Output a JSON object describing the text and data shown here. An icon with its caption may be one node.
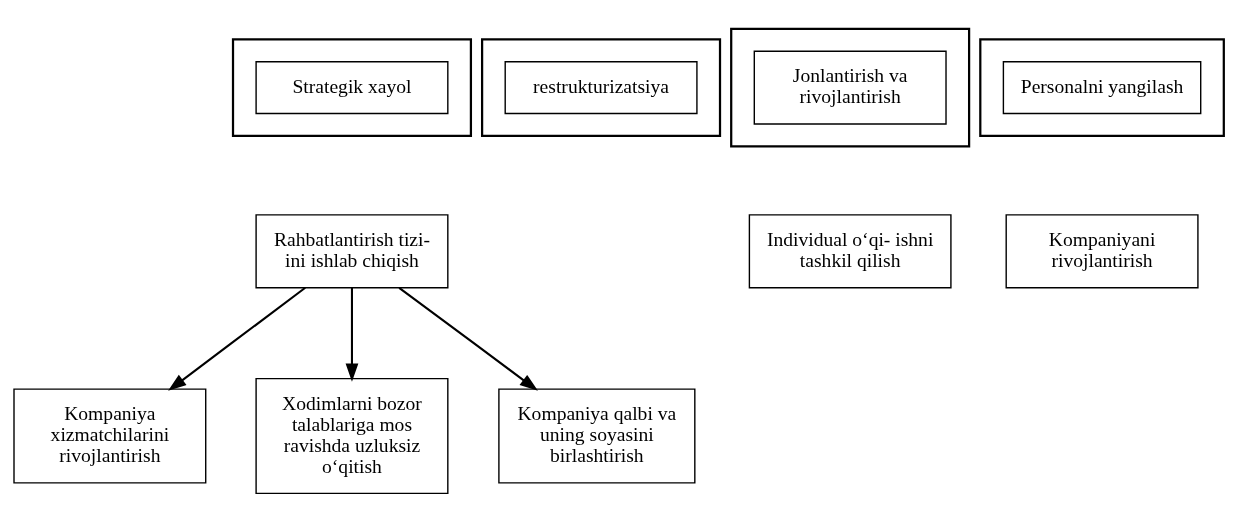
{
  "diagram": {
    "nodes": [
      {
        "text": [],
        "shape": "arrow"
      },
      {
        "text": [
          "Strategik xayol"
        ],
        "in": 0
      },
      {
        "text": [],
        "shape": "arrow"
      },
      {
        "text": [
          "restrukturizatsiya"
        ],
        "in": 2
      },
      {
        "text": [],
        "shape": "arrow"
      },
      {
        "text": [
          "Jonlantirish va rivojlantirish"
        ],
        "in": 4
      },
      {
        "text": [],
        "shape": "arrow"
      },
      {
        "text": [
          "Personalni yangilash"
        ],
        "in": 6
      },
      {
        "text": [
          "Rahbatlantirish tizi- ini ishlab chiqish"
        ]
      },
      {
        "text": [
          "Individual o‘qi- ishni tashkil qilish"
        ]
      },
      {
        "text": [
          "Kompaniyani rivojlantirish"
        ]
      },
      {
        "text": [
          "Kompaniya xizmatchilarini rivojlantirish"
        ]
      },
      {
        "text": [
          "Xodimlarni bozor talablariga mos ravishda uzluksiz o‘qitish"
        ]
      },
      {
        "text": [
          "Kompaniya qalbi va uning soyasini birlashtirish"
        ]
      }
    ],
    "edges": [
      {
        "from": 8,
        "to": 11,
        "arrow": "to"
      },
      {
        "from": 8,
        "to": 12,
        "arrow": "to"
      },
      {
        "from": 8,
        "to": 13,
        "arrow": "to"
      }
    ]
  }
}
